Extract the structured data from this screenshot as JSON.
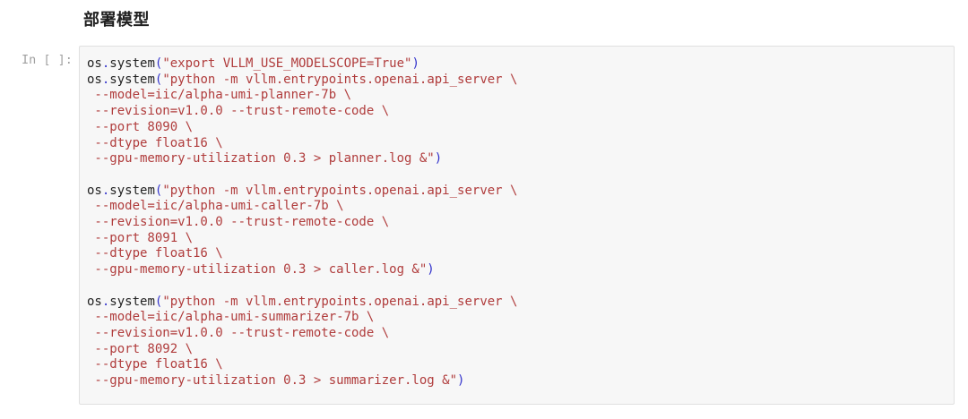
{
  "heading": {
    "text": "部署模型"
  },
  "cell": {
    "prompt": "In [ ]:",
    "colors": {
      "plain": "#222222",
      "string": "#b03c3c",
      "punctuation": "#3434cc",
      "prompt": "#a0a0a0",
      "box_background": "#f7f7f7",
      "box_border": "#e0e0e0",
      "page_background": "#ffffff",
      "heading_text": "#1f1f1f"
    },
    "code_blocks": [
      {
        "lines": [
          [
            {
              "t": "os",
              "c": "plain"
            },
            {
              "t": ".",
              "c": "punct"
            },
            {
              "t": "system",
              "c": "plain"
            },
            {
              "t": "(",
              "c": "punct"
            },
            {
              "t": "\"export VLLM_USE_MODELSCOPE=True\"",
              "c": "str"
            },
            {
              "t": ")",
              "c": "punct"
            }
          ],
          [
            {
              "t": "os",
              "c": "plain"
            },
            {
              "t": ".",
              "c": "punct"
            },
            {
              "t": "system",
              "c": "plain"
            },
            {
              "t": "(",
              "c": "punct"
            },
            {
              "t": "\"python -m vllm.entrypoints.openai.api_server \\",
              "c": "str"
            }
          ],
          [
            {
              "t": " --model=iic/alpha-umi-planner-7b \\",
              "c": "str"
            }
          ],
          [
            {
              "t": " --revision=v1.0.0 --trust-remote-code \\",
              "c": "str"
            }
          ],
          [
            {
              "t": " --port 8090 \\",
              "c": "str"
            }
          ],
          [
            {
              "t": " --dtype float16 \\",
              "c": "str"
            }
          ],
          [
            {
              "t": " --gpu-memory-utilization 0.3 > planner.log &\"",
              "c": "str"
            },
            {
              "t": ")",
              "c": "punct"
            }
          ]
        ]
      },
      {
        "lines": [
          [
            {
              "t": "os",
              "c": "plain"
            },
            {
              "t": ".",
              "c": "punct"
            },
            {
              "t": "system",
              "c": "plain"
            },
            {
              "t": "(",
              "c": "punct"
            },
            {
              "t": "\"python -m vllm.entrypoints.openai.api_server \\",
              "c": "str"
            }
          ],
          [
            {
              "t": " --model=iic/alpha-umi-caller-7b \\",
              "c": "str"
            }
          ],
          [
            {
              "t": " --revision=v1.0.0 --trust-remote-code \\",
              "c": "str"
            }
          ],
          [
            {
              "t": " --port 8091 \\",
              "c": "str"
            }
          ],
          [
            {
              "t": " --dtype float16 \\",
              "c": "str"
            }
          ],
          [
            {
              "t": " --gpu-memory-utilization 0.3 > caller.log &\"",
              "c": "str"
            },
            {
              "t": ")",
              "c": "punct"
            }
          ]
        ]
      },
      {
        "lines": [
          [
            {
              "t": "os",
              "c": "plain"
            },
            {
              "t": ".",
              "c": "punct"
            },
            {
              "t": "system",
              "c": "plain"
            },
            {
              "t": "(",
              "c": "punct"
            },
            {
              "t": "\"python -m vllm.entrypoints.openai.api_server \\",
              "c": "str"
            }
          ],
          [
            {
              "t": " --model=iic/alpha-umi-summarizer-7b \\",
              "c": "str"
            }
          ],
          [
            {
              "t": " --revision=v1.0.0 --trust-remote-code \\",
              "c": "str"
            }
          ],
          [
            {
              "t": " --port 8092 \\",
              "c": "str"
            }
          ],
          [
            {
              "t": " --dtype float16 \\",
              "c": "str"
            }
          ],
          [
            {
              "t": " --gpu-memory-utilization 0.3 > summarizer.log &\"",
              "c": "str"
            },
            {
              "t": ")",
              "c": "punct"
            }
          ]
        ]
      }
    ]
  }
}
